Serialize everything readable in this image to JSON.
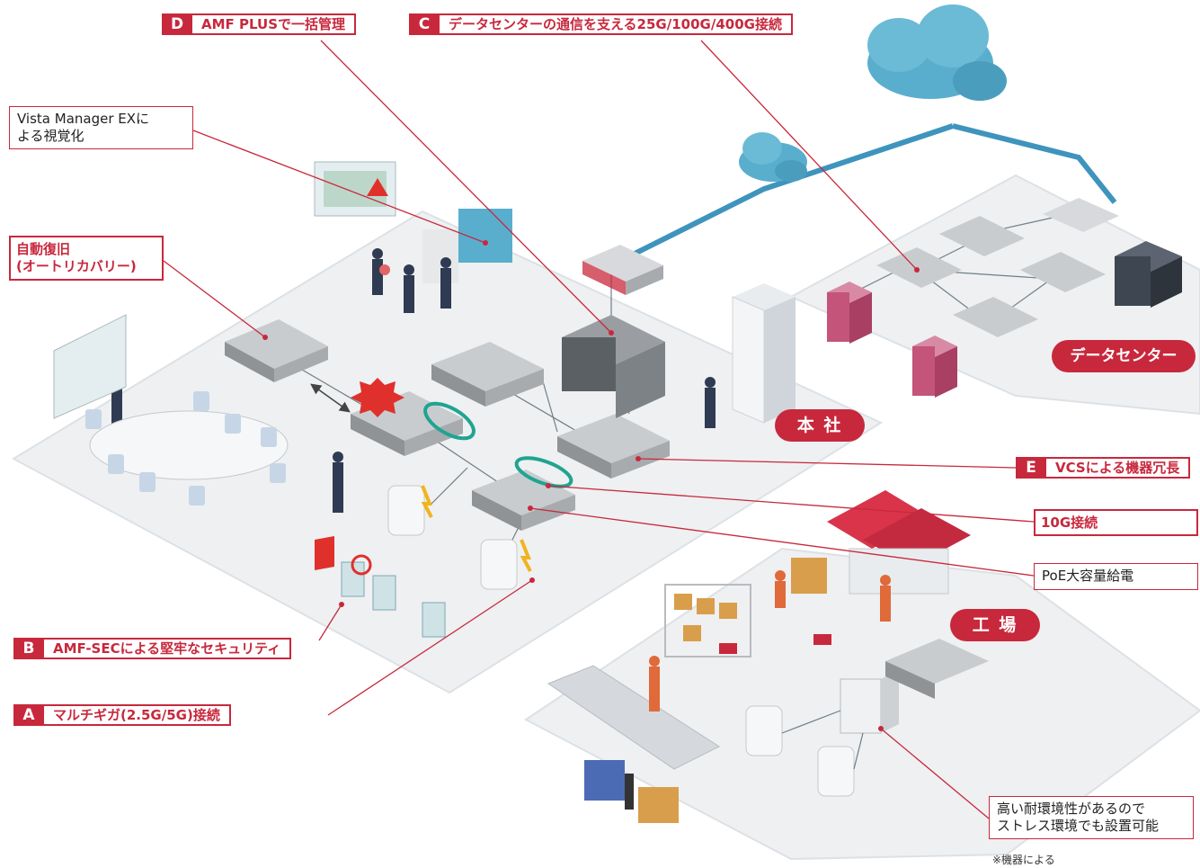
{
  "callouts": {
    "d": {
      "letter": "D",
      "text": "AMF PLUSで一括管理"
    },
    "c": {
      "letter": "C",
      "text": "データセンターの通信を支える25G/100G/400G接続"
    },
    "e": {
      "letter": "E",
      "text": "VCSによる機器冗長"
    },
    "b": {
      "letter": "B",
      "text": "AMF-SECによる堅牢なセキュリティ"
    },
    "a": {
      "letter": "A",
      "text": "マルチギガ(2.5G/5G)接続"
    }
  },
  "notes": {
    "vista_line1": "Vista Manager EXに",
    "vista_line2": "よる視覚化",
    "recovery_line1": "自動復旧",
    "recovery_line2": "(オートリカバリー)",
    "ten_g": "10G接続",
    "poe": "PoE大容量給電",
    "env_line1": "高い耐環境性があるので",
    "env_line2": "ストレス環境でも設置可能",
    "footnote": "※機器による"
  },
  "sites": {
    "hq": "本 社",
    "datacenter": "データセンター",
    "factory": "工 場"
  },
  "colors": {
    "accent": "#c8283c",
    "floor": "#eef0f2",
    "cloud": "#5aaecd",
    "switch": "#b9bcc0"
  }
}
